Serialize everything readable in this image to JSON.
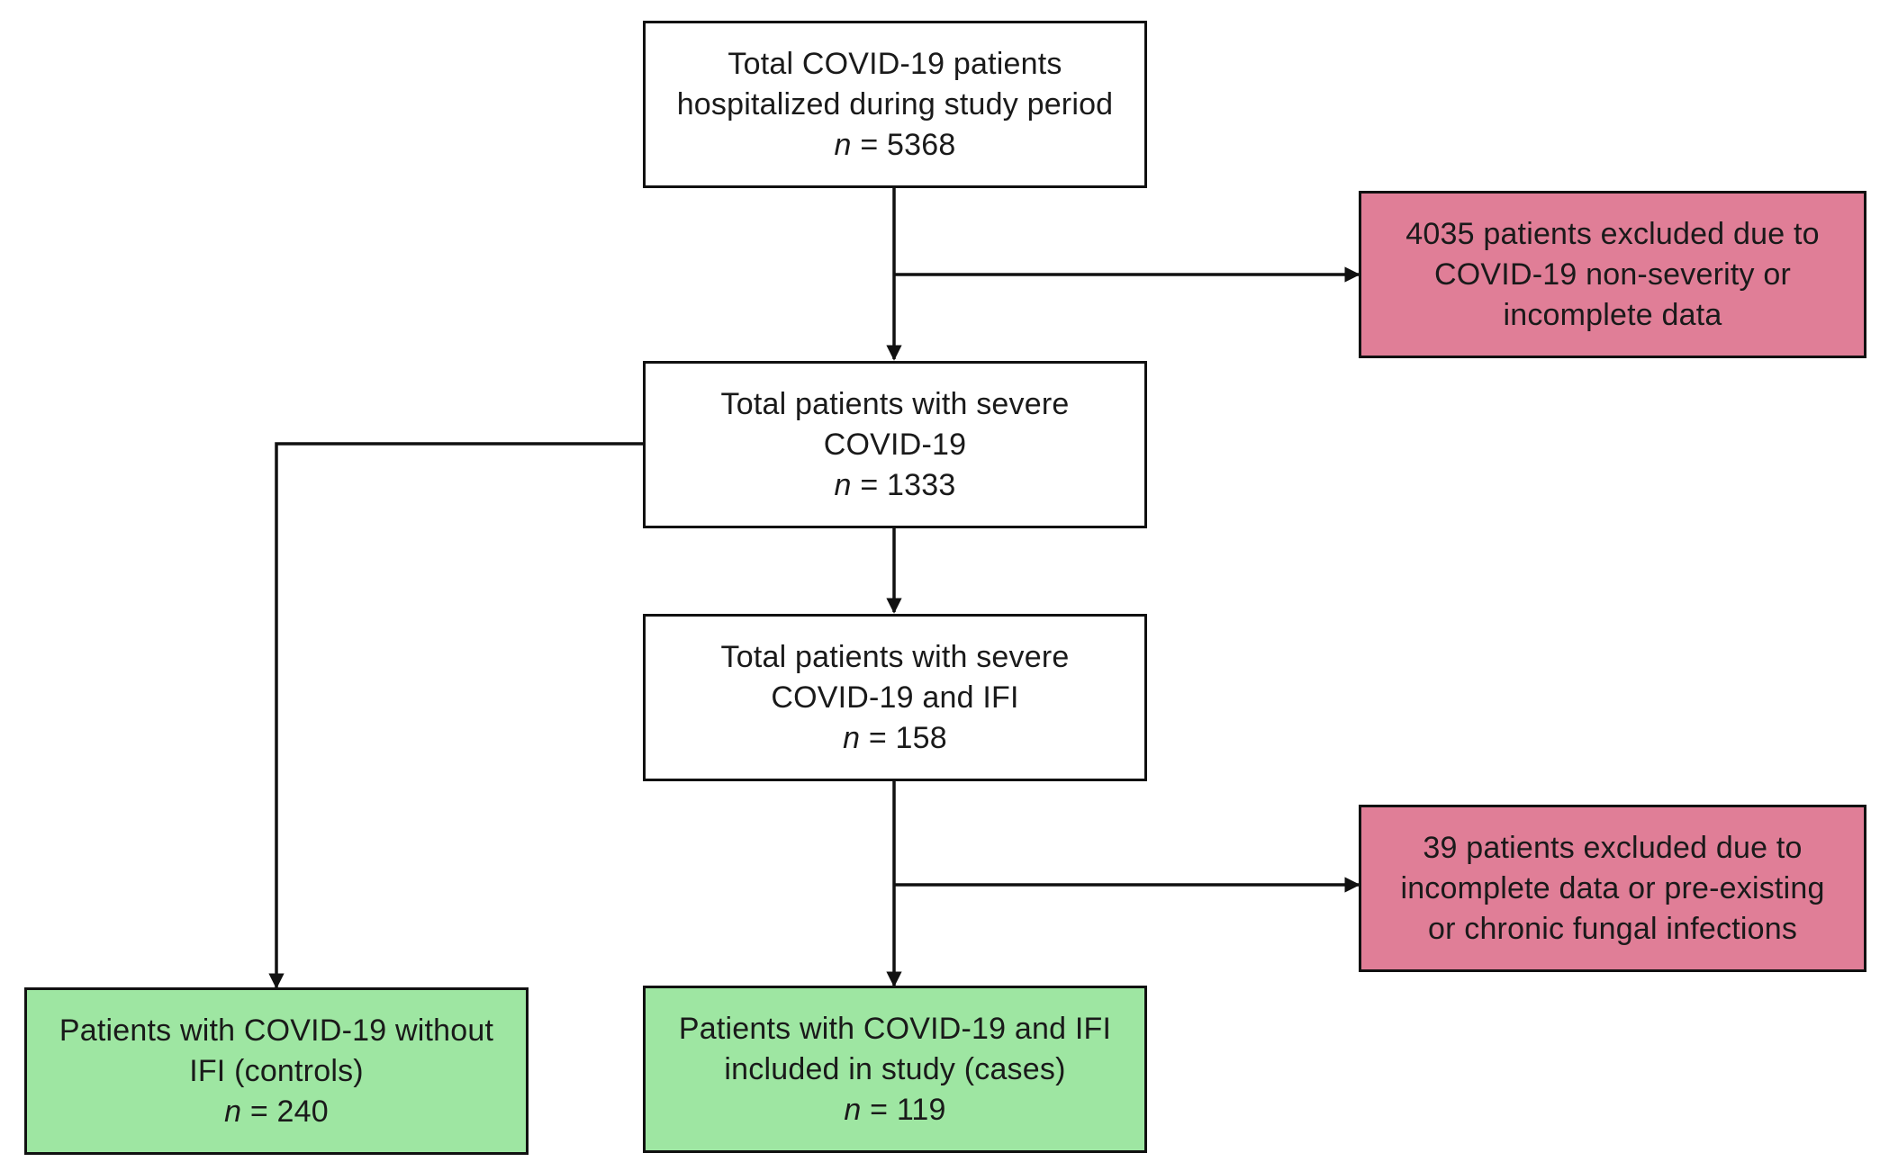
{
  "colors": {
    "main_box": "#ffffff",
    "exclusion_box": "#e07e97",
    "outcome_box": "#9ee6a2",
    "line": "#111111"
  },
  "boxes": {
    "total_hospitalized": {
      "lines": [
        "Total COVID-19 patients",
        "hospitalized during study period"
      ],
      "n_label": "n",
      "n_value": "= 5368"
    },
    "excluded_first": {
      "lines": [
        "4035 patients excluded due to",
        "COVID-19 non-severity or",
        "incomplete data"
      ]
    },
    "severe": {
      "lines": [
        "Total patients with severe",
        "COVID-19"
      ],
      "n_label": "n",
      "n_value": "= 1333"
    },
    "severe_ifi": {
      "lines": [
        "Total patients with severe",
        "COVID-19 and IFI"
      ],
      "n_label": "n",
      "n_value": "= 158"
    },
    "excluded_second": {
      "lines": [
        "39 patients excluded due to",
        "incomplete data or pre-existing",
        "or chronic fungal infections"
      ]
    },
    "controls": {
      "lines": [
        "Patients with COVID-19 without",
        "IFI (controls)"
      ],
      "n_label": "n",
      "n_value": "= 240"
    },
    "cases": {
      "lines": [
        "Patients with COVID-19 and IFI",
        "included in study (cases)"
      ],
      "n_label": "n",
      "n_value": "= 119"
    }
  }
}
